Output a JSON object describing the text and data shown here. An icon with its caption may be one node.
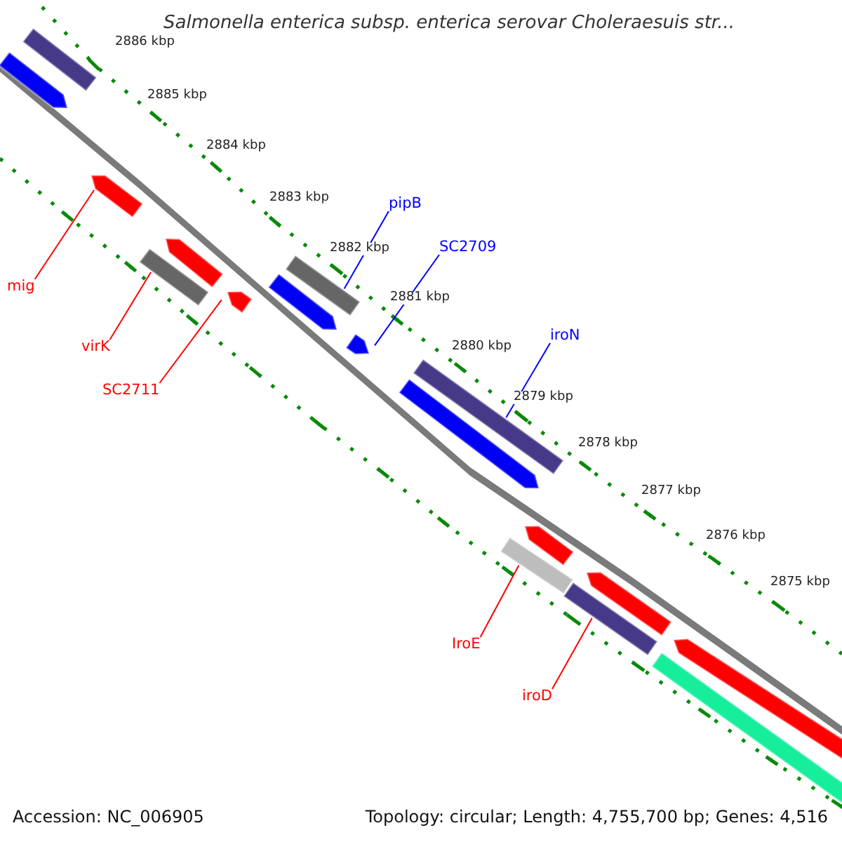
{
  "diagram": {
    "title": "Salmonella enterica subsp. enterica serovar Choleraesuis str...",
    "nodes": [
      {
        "text": [
          "pipB"
        ]
      },
      {
        "text": [],
        "shape": "bar"
      },
      {
        "text": [
          "SC2709"
        ]
      },
      {
        "text": [],
        "shape": "bar"
      },
      {
        "text": [
          "mig"
        ]
      },
      {
        "text": [],
        "shape": "bar"
      },
      {
        "text": [
          "iroN"
        ]
      },
      {
        "text": [],
        "shape": "bar"
      },
      {
        "text": [
          "virK"
        ]
      },
      {
        "text": [],
        "shape": "bar"
      },
      {
        "text": [
          "SC2711"
        ]
      },
      {
        "text": [],
        "shape": "bar"
      },
      {
        "text": [
          "IroE"
        ]
      },
      {
        "text": [],
        "shape": "bar"
      },
      {
        "text": [
          "iroD"
        ]
      },
      {
        "text": [],
        "shape": "bar"
      },
      {
        "text": [],
        "shape": "bar"
      },
      {
        "text": [],
        "shape": "bar"
      },
      {
        "text": [],
        "shape": "bar"
      },
      {
        "text": [],
        "shape": "bar"
      },
      {
        "text": [],
        "shape": "bar"
      },
      {
        "text": [],
        "shape": "bar"
      },
      {
        "text": [],
        "shape": "bar"
      },
      {
        "text": [],
        "shape": "bar"
      },
      {
        "text": [],
        "shape": "bar"
      }
    ],
    "edges": [
      {
        "from": 0,
        "to": 1,
        "arrow": "none",
        "color": "#0000ff"
      },
      {
        "from": 2,
        "to": 3,
        "arrow": "none",
        "color": "#0000ff"
      },
      {
        "from": 4,
        "to": 5,
        "arrow": "none"
      },
      {
        "from": 6,
        "to": 7,
        "arrow": "none",
        "color": "#0000ff"
      },
      {
        "from": 8,
        "to": 9,
        "arrow": "none"
      },
      {
        "from": 10,
        "to": 11,
        "arrow": "none"
      },
      {
        "from": 12,
        "to": 13,
        "arrow": "none"
      },
      {
        "from": 14,
        "to": 15,
        "arrow": "none"
      }
    ],
    "labels": [
      "2886 kbp",
      "2885 kbp",
      "2884 kbp",
      "2883 kbp",
      "2882 kbp",
      "2881 kbp",
      "2880 kbp",
      "2879 kbp",
      "2878 kbp",
      "2877 kbp",
      "2876 kbp",
      "2875 kbp",
      "Accession: NC_006905",
      "Topology: circular; Length: 4,755,700 bp; Genes: 4,516"
    ]
  }
}
